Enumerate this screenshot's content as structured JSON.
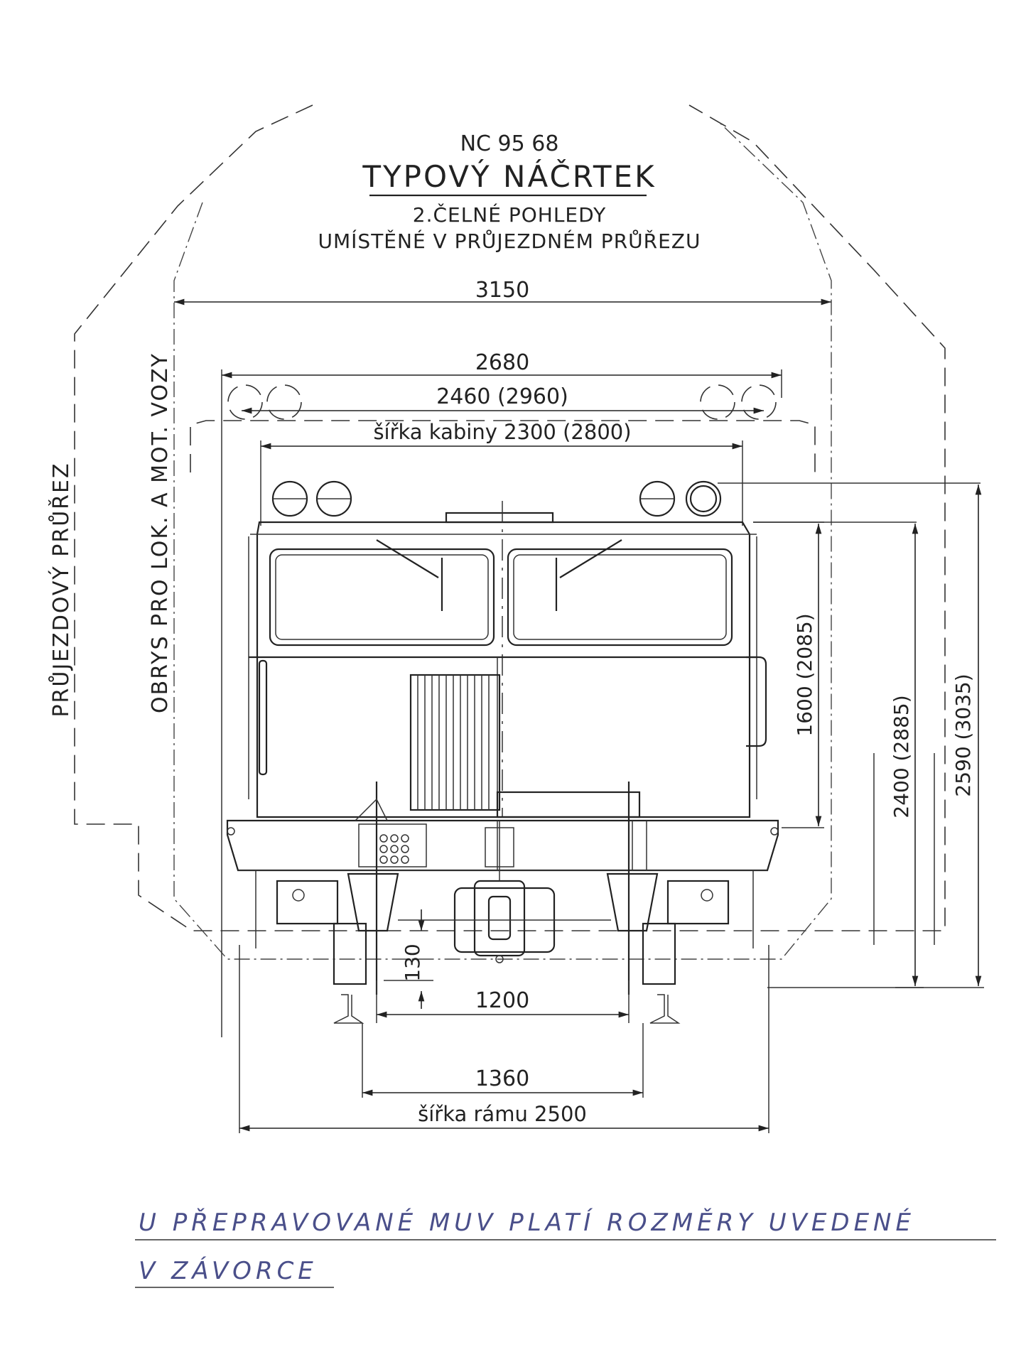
{
  "header": {
    "code": "NC 95 68",
    "title": "TYPOVÝ NÁČRTEK",
    "subtitle_1": "2.ČELNÉ POHLEDY",
    "subtitle_2": "UMÍSTĚNÉ V PRŮJEZDNÉM PRŮŘEZU"
  },
  "side_labels": {
    "outer_profile": "PRŮJEZDOVÝ PRŮŘEZ",
    "inner_profile": "OBRYS PRO LOK. A MOT. VOZY"
  },
  "dimensions": {
    "overall_width": "3150",
    "body_width": "2680",
    "lamp_span": "2460 (2960)",
    "cab_width": "šířka kabiny 2300 (2800)",
    "cab_height": "1600 (2085)",
    "roof_height": "2400 (2885)",
    "lamp_height": "2590 (3035)",
    "ground_clearance": "130",
    "gauge_inner": "1200",
    "gauge_outer": "1360",
    "frame_width": "šířka rámu   2500"
  },
  "handwritten_note": {
    "line_1": "U PŘEPRAVOVANÉ  MUV  PLATÍ  ROZMĚRY  UVEDENÉ",
    "line_2": "V ZÁVORCE"
  }
}
